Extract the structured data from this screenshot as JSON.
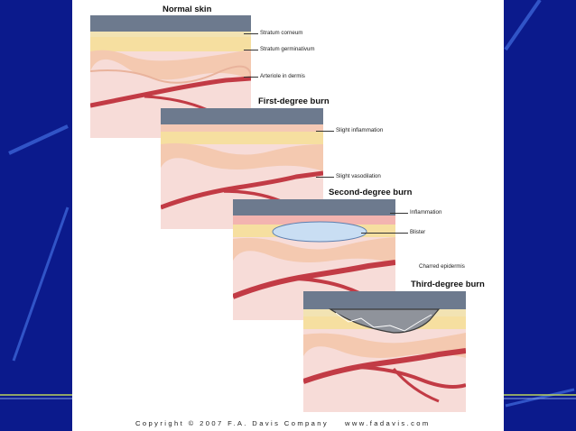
{
  "panels": {
    "normal": {
      "title": "Normal skin",
      "labels": [
        "Stratum corneum",
        "Stratum germinativum",
        "Arteriole in dermis"
      ]
    },
    "first_degree": {
      "title": "First-degree burn",
      "labels": [
        "Slight inflammation",
        "Slight vasodilation"
      ]
    },
    "second_degree": {
      "title": "Second-degree burn",
      "labels": [
        "Inflammation",
        "Blister"
      ]
    },
    "third_degree": {
      "title": "Third-degree burn",
      "labels": [
        "Charred epidermis"
      ]
    }
  },
  "footer": {
    "copyright": "Copyright © 2007 F.A. Davis Company",
    "website": "www.fadavis.com"
  },
  "colors": {
    "slide_background": "#0b1a8c",
    "figure_background": "#ffffff",
    "sky_band": "#6d7a8e",
    "epidermis_yellow": "#f6dfa0",
    "dermis_pink": "#f7dcd8",
    "vessel_red": "#c23b45",
    "blister_blue": "#c9def3"
  }
}
